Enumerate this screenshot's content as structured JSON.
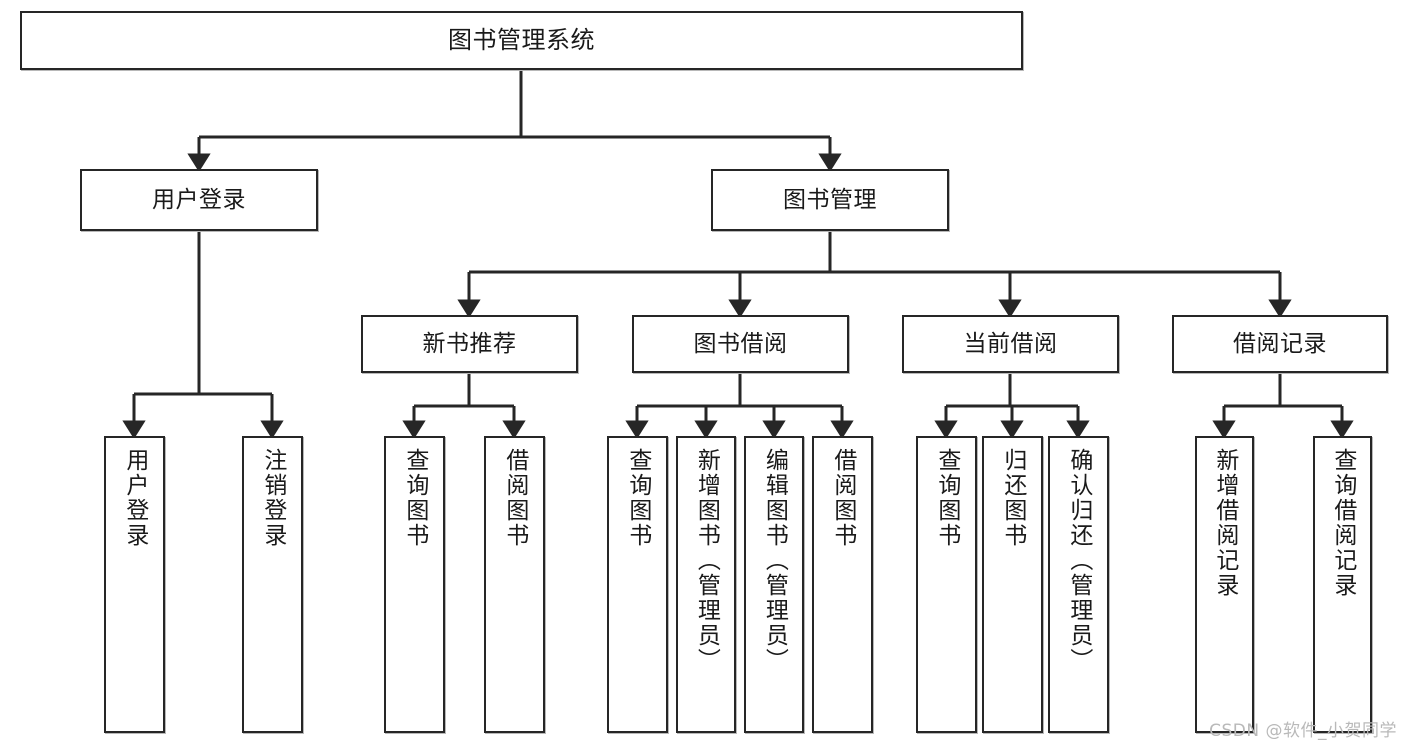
{
  "diagram": {
    "title": "图书管理系统",
    "type": "tree-hierarchy",
    "watermark": "CSDN @软件_小贺同学",
    "colors": {
      "background": "#ffffff",
      "box_border": "#262626",
      "box_fill": "#ffffff",
      "connector": "#262626",
      "text": "#1a1a1a",
      "watermark": "#b9b9b9"
    },
    "nodes": {
      "root": {
        "label": "图书管理系统"
      },
      "level2": [
        {
          "id": "user-login",
          "label": "用户登录"
        },
        {
          "id": "book-management",
          "label": "图书管理"
        }
      ],
      "level3": [
        {
          "id": "new-book-recommend",
          "label": "新书推荐"
        },
        {
          "id": "book-borrow",
          "label": "图书借阅"
        },
        {
          "id": "current-borrow",
          "label": "当前借阅"
        },
        {
          "id": "borrow-record",
          "label": "借阅记录"
        }
      ],
      "leaves": {
        "user-login": [
          {
            "id": "leaf-user-login",
            "label": "用户登录"
          },
          {
            "id": "leaf-user-logout",
            "label": "注销登录"
          }
        ],
        "new-book-recommend": [
          {
            "id": "leaf-query-book-1",
            "label": "查询图书"
          },
          {
            "id": "leaf-borrow-book-1",
            "label": "借阅图书"
          }
        ],
        "book-borrow": [
          {
            "id": "leaf-query-book-2",
            "label": "查询图书"
          },
          {
            "id": "leaf-add-book",
            "label": "新增图书（管理员）"
          },
          {
            "id": "leaf-edit-book",
            "label": "编辑图书（管理员）"
          },
          {
            "id": "leaf-borrow-book-2",
            "label": "借阅图书"
          }
        ],
        "current-borrow": [
          {
            "id": "leaf-query-book-3",
            "label": "查询图书"
          },
          {
            "id": "leaf-return-book",
            "label": "归还图书"
          },
          {
            "id": "leaf-confirm-return",
            "label": "确认归还（管理员）"
          }
        ],
        "borrow-record": [
          {
            "id": "leaf-add-record",
            "label": "新增借阅记录"
          },
          {
            "id": "leaf-query-record",
            "label": "查询借阅记录"
          }
        ]
      }
    }
  }
}
